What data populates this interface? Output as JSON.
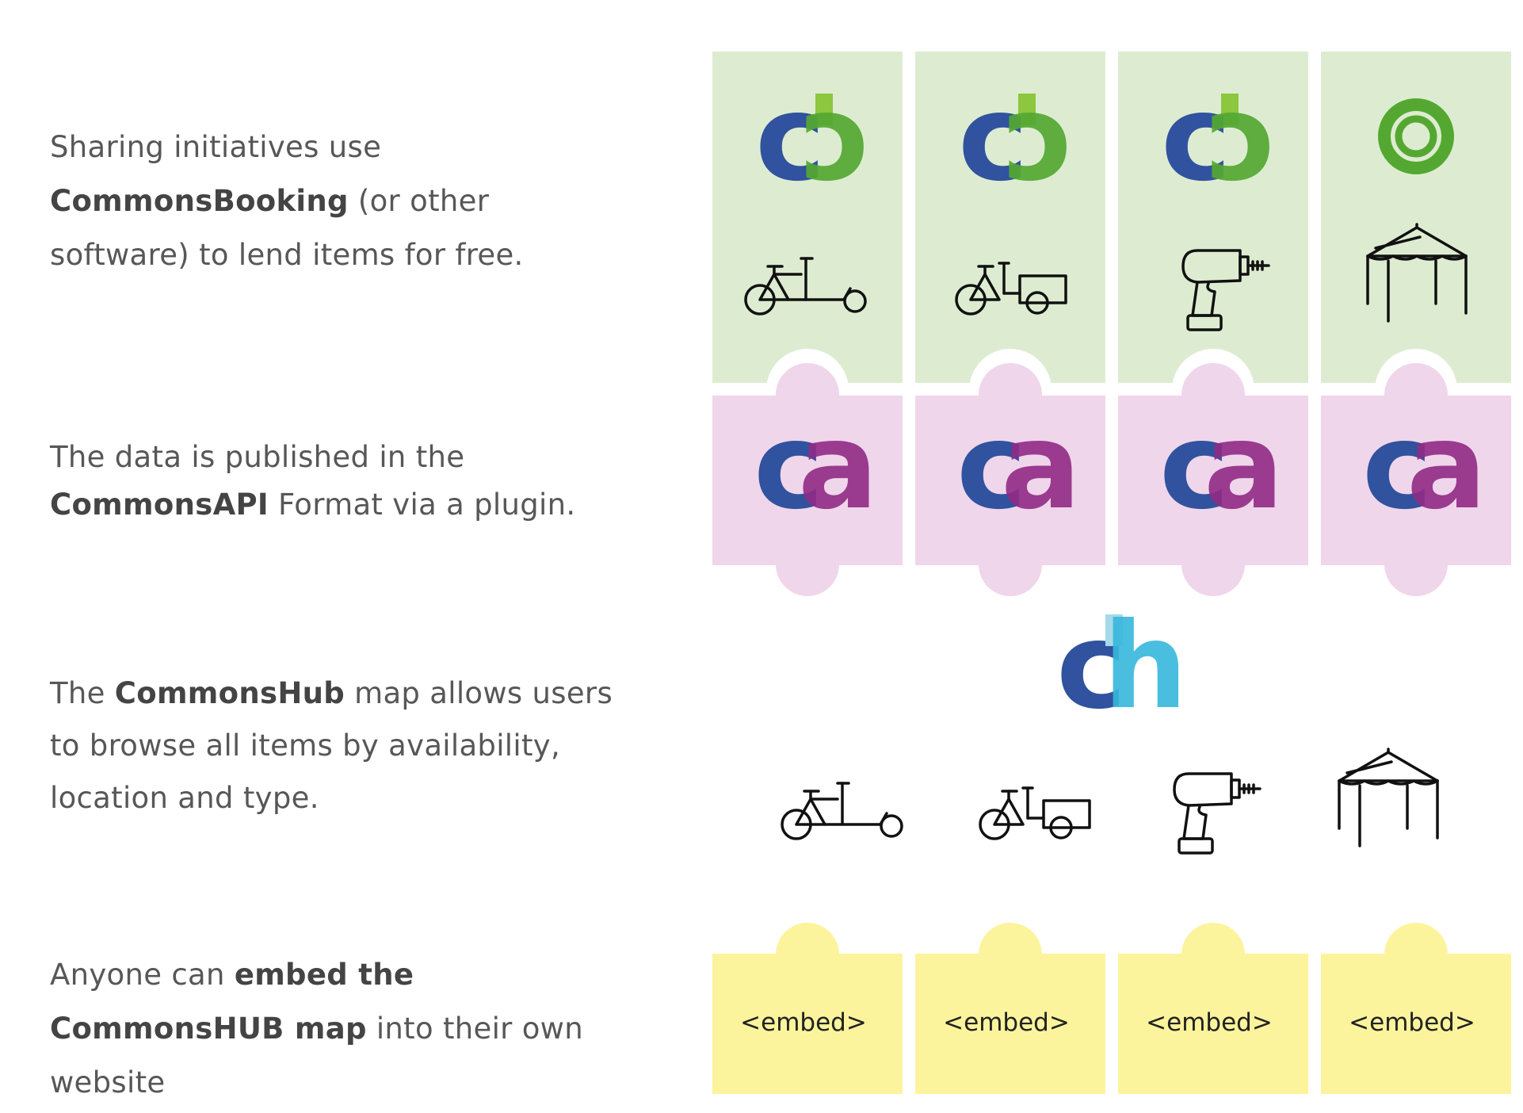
{
  "steps": [
    {
      "parts": [
        {
          "text": "Sharing initiatives use ",
          "bold": false,
          "br": true
        },
        {
          "text": "CommonsBooking",
          "bold": true
        },
        {
          "text": " (or other",
          "bold": false,
          "br": true
        },
        {
          "text": "software) to lend items for free.",
          "bold": false
        }
      ]
    },
    {
      "parts": [
        {
          "text": "The data is published in the ",
          "bold": false,
          "br": true
        },
        {
          "text": "CommonsAPI",
          "bold": true
        },
        {
          "text": " Format via a plugin.",
          "bold": false
        }
      ]
    },
    {
      "parts": [
        {
          "text": "The ",
          "bold": false
        },
        {
          "text": "CommonsHub",
          "bold": true
        },
        {
          "text": " map allows users",
          "bold": false,
          "br": true
        },
        {
          "text": "to browse all items by availability,",
          "bold": false,
          "br": true
        },
        {
          "text": "location and type.",
          "bold": false
        }
      ]
    },
    {
      "parts": [
        {
          "text": "Anyone can ",
          "bold": false
        },
        {
          "text": "embed the",
          "bold": true,
          "br": true
        },
        {
          "text": "CommonsHUB map",
          "bold": true
        },
        {
          "text": " into their own",
          "bold": false,
          "br": true
        },
        {
          "text": "website",
          "bold": false
        }
      ]
    }
  ],
  "columns": [
    {
      "top_logo": "cb-logo",
      "item_icon": "cargo-bike-icon"
    },
    {
      "top_logo": "cb-logo",
      "item_icon": "bike-trailer-icon"
    },
    {
      "top_logo": "cb-logo",
      "item_icon": "drill-icon"
    },
    {
      "top_logo": "ring-logo",
      "item_icon": "tent-icon"
    }
  ],
  "hub_items": [
    "cargo-bike-icon",
    "bike-trailer-icon",
    "drill-icon",
    "tent-icon"
  ],
  "embed_labels": [
    "<embed>",
    "<embed>",
    "<embed>",
    "<embed>"
  ],
  "colors": {
    "commonsbooking_bg": "#ddecd1",
    "commonsapi_bg": "#efd6eb",
    "embed_bg": "#fbf49c",
    "blue": "#31529e",
    "green": "#54a832",
    "purple": "#912b86",
    "cyan": "#37b7dc",
    "text": "#575757"
  }
}
